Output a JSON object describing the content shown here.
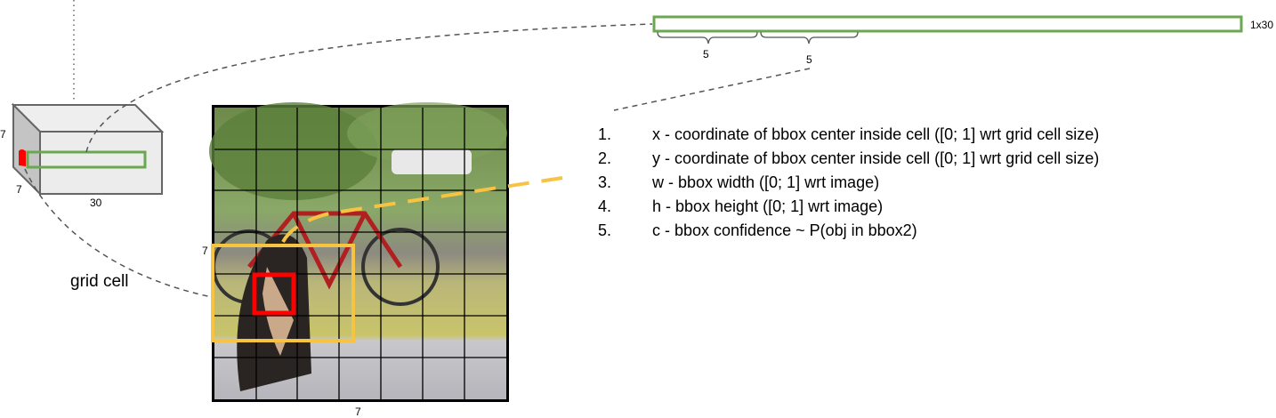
{
  "tensor": {
    "depth_label": "7",
    "height_label": "7",
    "width_label": "30"
  },
  "vector": {
    "size_label": "1x30",
    "group1_label": "5",
    "group2_label": "5"
  },
  "image": {
    "grid_rows_label": "7",
    "grid_cols_label": "7"
  },
  "grid_cell_label": "grid cell",
  "colors": {
    "green": "#6aa84f",
    "yellow": "#f6c342",
    "red": "#ff0000",
    "dash": "#555555"
  },
  "bbox_params": [
    {
      "num": "1.",
      "text": "x - coordinate of bbox center inside cell ([0; 1] wrt grid cell size)"
    },
    {
      "num": "2.",
      "text": "y - coordinate of bbox center inside cell ([0; 1] wrt grid cell size)"
    },
    {
      "num": "3.",
      "text": "w - bbox width ([0; 1] wrt image)"
    },
    {
      "num": "4.",
      "text": "h - bbox height ([0; 1] wrt image)"
    },
    {
      "num": "5.",
      "text": "c - bbox confidence ~ P(obj in bbox2)"
    }
  ]
}
